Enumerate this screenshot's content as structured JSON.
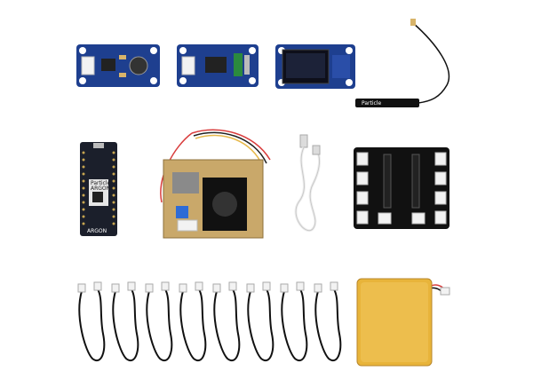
{
  "image": {
    "description_name": "iot-kit-components-product-photo"
  },
  "labels": {
    "antenna_brand": "Particle",
    "board_brand": "Particle",
    "board_model": "ARGON",
    "board_silk": "ARGON"
  },
  "colors": {
    "background": "#ffffff",
    "grove_pcb": "#1e3f8f",
    "argon_pcb": "#1b1f2b",
    "shield_pcb": "#111111",
    "sensor_pcb": "#c9a86a",
    "battery": "#e8b43a",
    "cable": "#111111"
  }
}
